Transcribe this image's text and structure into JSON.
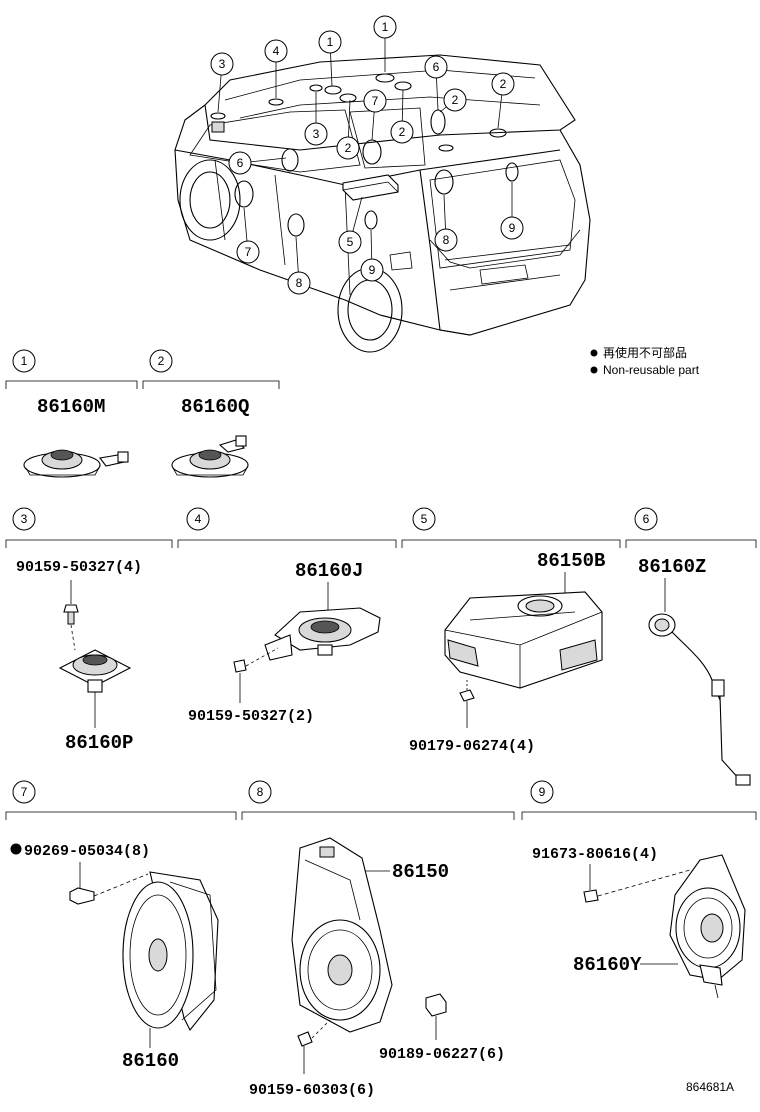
{
  "legend": {
    "jp": "再使用不可部品",
    "en": "Non-reusable part"
  },
  "overview_callouts": [
    "1",
    "2",
    "3",
    "4",
    "5",
    "6",
    "7",
    "8",
    "9"
  ],
  "sections": [
    {
      "num": "1",
      "parts": [
        "86160M"
      ]
    },
    {
      "num": "2",
      "parts": [
        "86160Q"
      ]
    },
    {
      "num": "3",
      "parts": [
        "90159-50327(4)",
        "86160P"
      ]
    },
    {
      "num": "4",
      "parts": [
        "86160J",
        "90159-50327(2)"
      ]
    },
    {
      "num": "5",
      "parts": [
        "86150B",
        "90179-06274(4)"
      ]
    },
    {
      "num": "6",
      "parts": [
        "86160Z"
      ]
    },
    {
      "num": "7",
      "parts": [
        "90269-05034(8)",
        "86160"
      ]
    },
    {
      "num": "8",
      "parts": [
        "86150",
        "90189-06227(6)",
        "90159-60303(6)"
      ]
    },
    {
      "num": "9",
      "parts": [
        "91673-80616(4)",
        "86160Y"
      ]
    }
  ],
  "non_reusable_marker": "●",
  "diagram_ref": "864681A"
}
